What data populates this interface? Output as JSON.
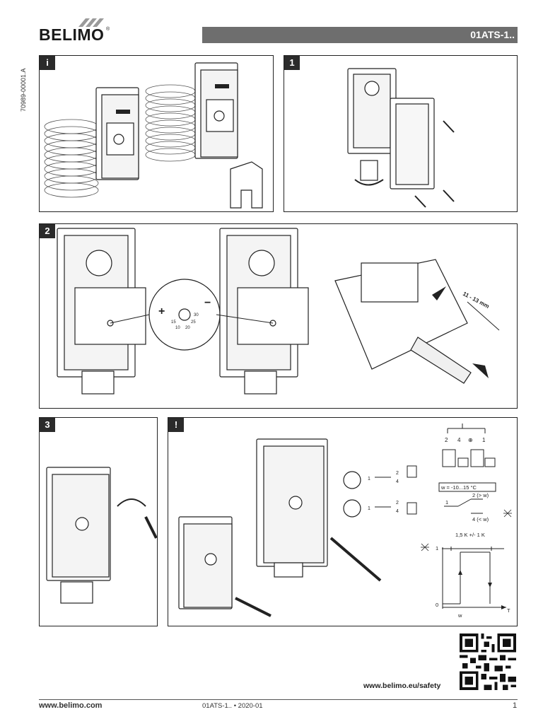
{
  "header": {
    "brand": "BELIMO",
    "brand_reg": "®",
    "product_code": "01ATS-1.."
  },
  "side_code": "70989-00001.A",
  "panels": {
    "info_tag": "i",
    "step1_tag": "1",
    "step2_tag": "2",
    "step3_tag": "3",
    "warning_tag": "!"
  },
  "step2": {
    "strip_length": "11 - 13 mm",
    "plus": "+",
    "minus": "−",
    "dial_marks": [
      "15",
      "10",
      "20",
      "25",
      "30"
    ]
  },
  "diagram": {
    "terminals": [
      "2",
      "4",
      "⊕",
      "1"
    ],
    "range": "w = -10...15 °C",
    "contact_common": "1",
    "contact_above": "2 (> w)",
    "contact_below": "4 (< w)",
    "hysteresis": "1,5 K +/- 1 K",
    "axis_y_one": "1",
    "axis_y_zero": "0",
    "axis_x": "T",
    "axis_w": "w",
    "lock_labels": {
      "a1": "1",
      "a2": "2",
      "a4": "4",
      "b1": "1",
      "b2": "2",
      "b4": "4"
    }
  },
  "footer": {
    "safety_url": "www.belimo.eu/safety",
    "website": "www.belimo.com",
    "doc_ref": "01ATS-1.. • 2020-01",
    "page": "1"
  }
}
